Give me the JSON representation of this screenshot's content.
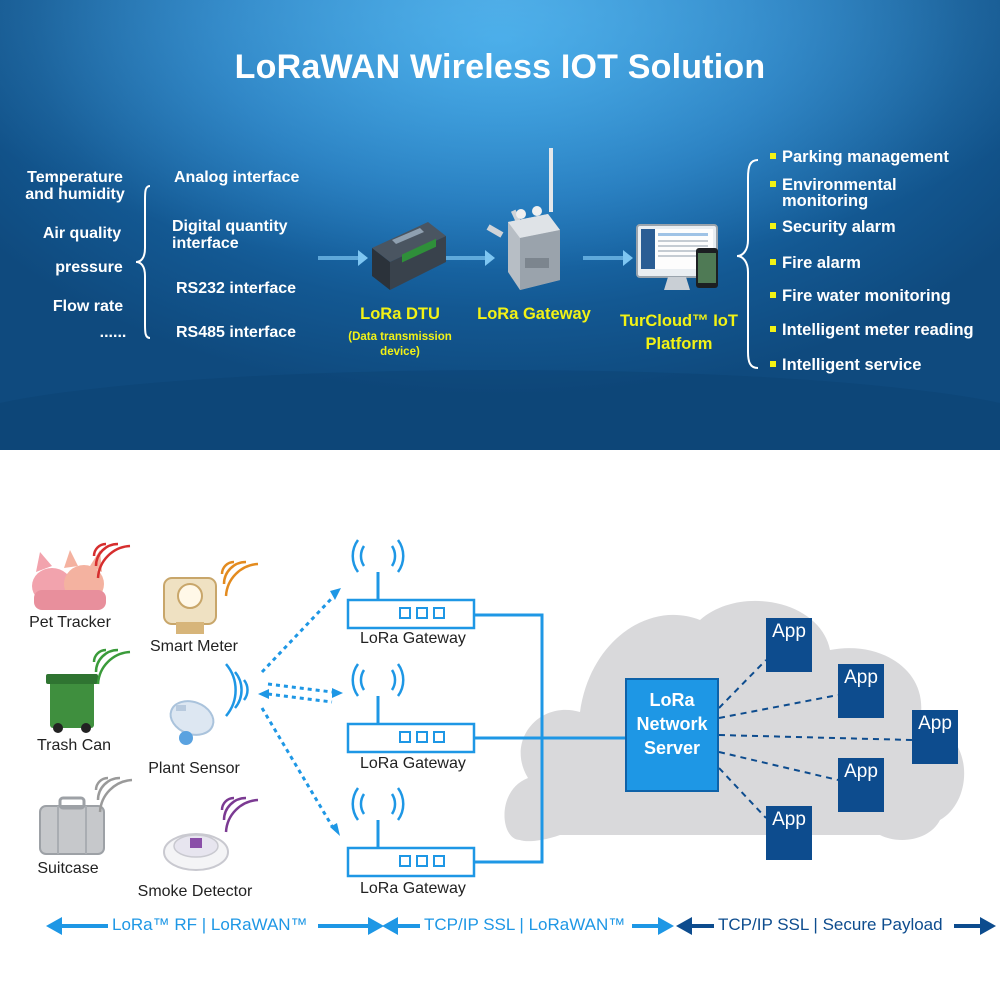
{
  "title": "LoRaWAN Wireless IOT Solution",
  "sensors": [
    "Temperature and humidity",
    "Air quality",
    "pressure",
    "Flow rate",
    "......"
  ],
  "interfaces": [
    "Analog interface",
    "Digital quantity interface",
    "RS232 interface",
    "RS485 interface"
  ],
  "devices": {
    "dtu": "LoRa DTU",
    "dtu_note": "(Data transmission device)",
    "gateway": "LoRa Gateway",
    "platform": "TurCloud™ IoT Platform"
  },
  "applications": [
    "Parking management",
    "Environmental monitoring",
    "Security alarm",
    "Fire alarm",
    "Fire water monitoring",
    "Intelligent meter reading",
    "Intelligent service"
  ],
  "end_devices": [
    "Pet Tracker",
    "Smart Meter",
    "Trash Can",
    "Plant Sensor",
    "Suitcase",
    "Smoke Detector"
  ],
  "gateways": [
    "LoRa Gateway",
    "LoRa Gateway",
    "LoRa Gateway"
  ],
  "server": "LoRa Network Server",
  "apps": [
    "App",
    "App",
    "App",
    "App",
    "App"
  ],
  "bands": [
    "LoRa™ RF | LoRaWAN™",
    "TCP/IP SSL | LoRaWAN™",
    "TCP/IP SSL | Secure Payload"
  ],
  "colors": {
    "top_bg": "#1e74b8",
    "highlight": "#f2f215",
    "link": "#1e97e5",
    "app": "#0d4c8e",
    "cloud": "#d9d9db"
  }
}
